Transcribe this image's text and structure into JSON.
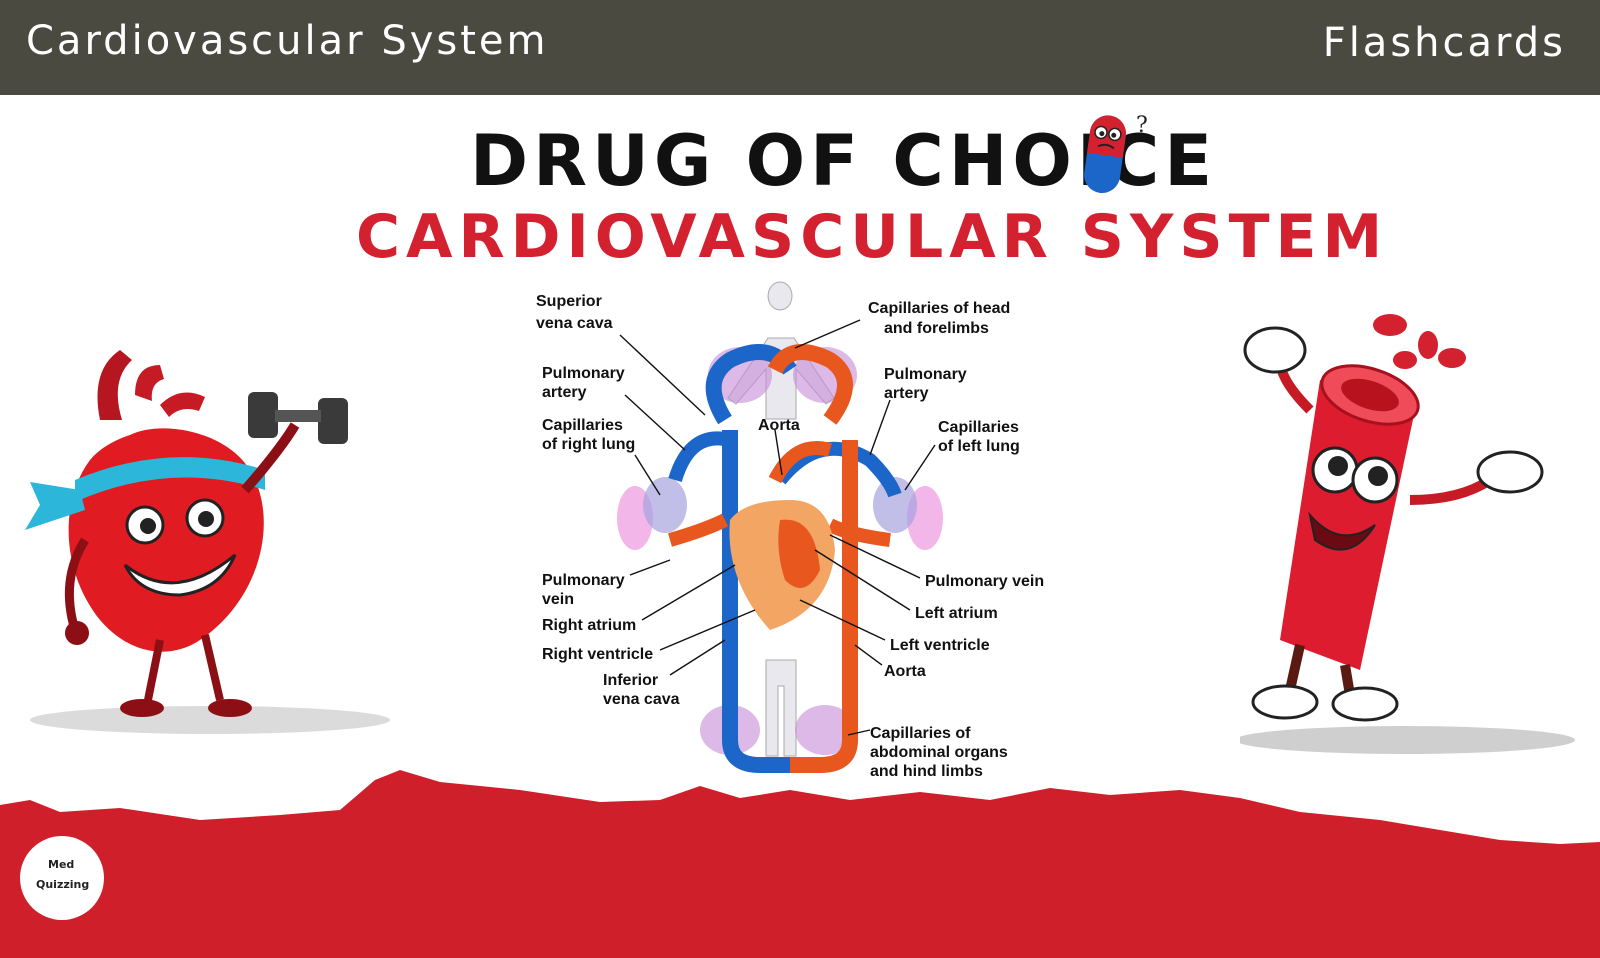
{
  "header": {
    "title": "Cardiovascular System",
    "section": "Flashcards"
  },
  "banner": {
    "line1": "DRUG OF CHOICE",
    "line2": "CARDIOVASCULAR SYSTEM",
    "pill_mark": "?"
  },
  "diagram": {
    "labels": {
      "svc_1": "Superior",
      "svc_2": "vena cava",
      "pa_left_1": "Pulmonary",
      "pa_left_2": "artery",
      "cap_rl_1": "Capillaries",
      "cap_rl_2": "of right lung",
      "aorta_top": "Aorta",
      "cap_head_1": "Capillaries of head",
      "cap_head_2": "and forelimbs",
      "pa_right_1": "Pulmonary",
      "pa_right_2": "artery",
      "cap_ll_1": "Capillaries",
      "cap_ll_2": "of left lung",
      "pv_left_1": "Pulmonary",
      "pv_left_2": "vein",
      "ra": "Right atrium",
      "rv": "Right ventricle",
      "ivc_1": "Inferior",
      "ivc_2": "vena cava",
      "pv_right": "Pulmonary vein",
      "la": "Left atrium",
      "lv": "Left ventricle",
      "aorta_bottom": "Aorta",
      "cap_abd_1": "Capillaries of",
      "cap_abd_2": "abdominal organs",
      "cap_abd_3": "and hind limbs"
    }
  },
  "logo": {
    "line1": "Med",
    "line2": "Quizzing"
  },
  "colors": {
    "header_bg": "#4a4a40",
    "accent_red": "#d42130",
    "artery": "#e8571e",
    "vein": "#1d66c9"
  }
}
